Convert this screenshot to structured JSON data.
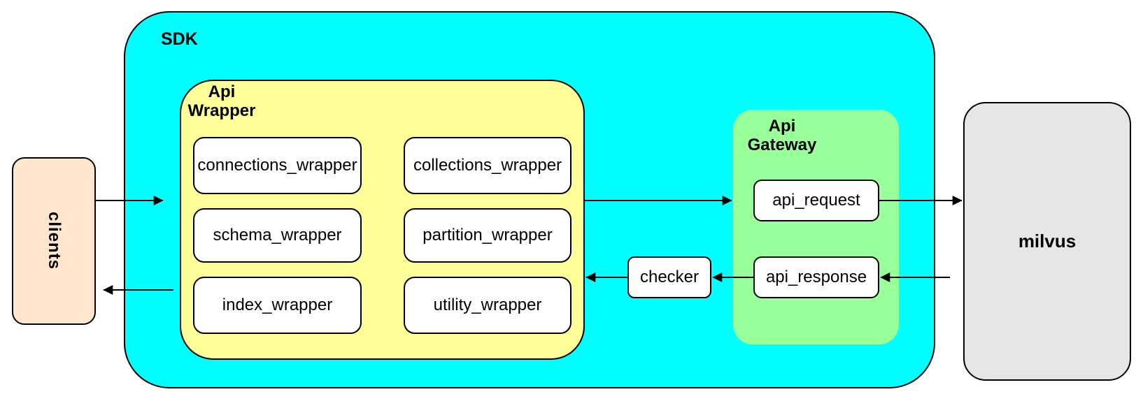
{
  "colors": {
    "sdk-fill": "#00FFFF",
    "wrapper-fill": "#FFFF99",
    "gateway-fill": "#99FF99",
    "clients-fill": "#FFE6CC",
    "milvus-fill": "#E6E6E6",
    "node-fill": "#FFFFFF",
    "line": "#000000"
  },
  "nodes": {
    "clients": "clients",
    "sdk": "SDK",
    "milvus": "milvus",
    "checker": "checker",
    "api_wrapper": {
      "title": [
        "Api",
        "Wrapper"
      ],
      "boxes": [
        "connections_wrapper",
        "collections_wrapper",
        "schema_wrapper",
        "partition_wrapper",
        "index_wrapper",
        "utility_wrapper"
      ]
    },
    "api_gateway": {
      "title": [
        "Api",
        "Gateway"
      ],
      "boxes": [
        "api_request",
        "api_response"
      ]
    }
  }
}
